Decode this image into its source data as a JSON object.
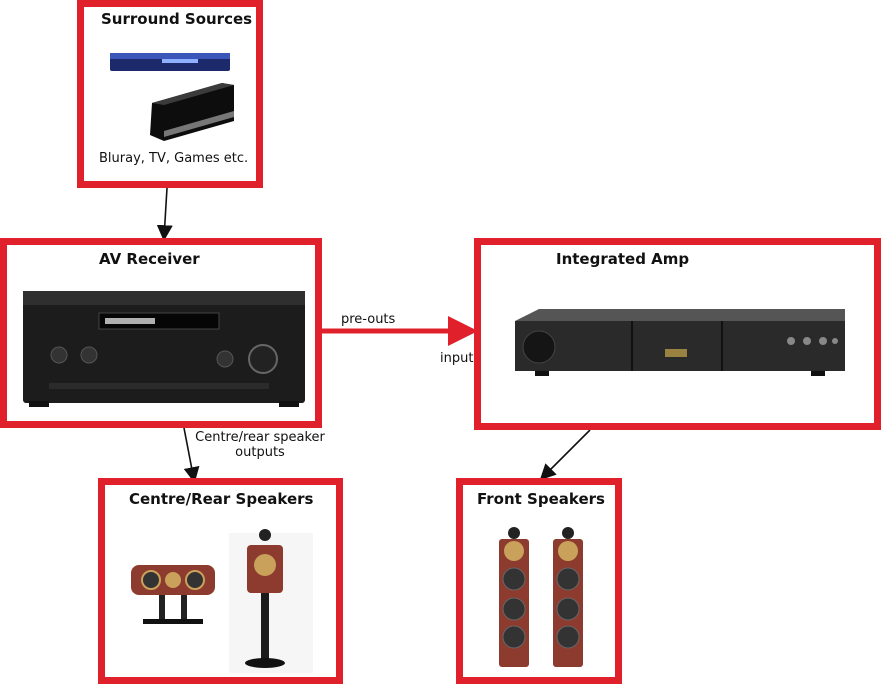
{
  "nodes": {
    "surround": {
      "title": "Surround Sources",
      "caption": "Bluray, TV, Games etc."
    },
    "av": {
      "title": "AV Receiver"
    },
    "amp": {
      "title": "Integrated Amp"
    },
    "centre": {
      "title": "Centre/Rear Speakers"
    },
    "front": {
      "title": "Front Speakers"
    }
  },
  "edges": {
    "preouts_label": "pre-outs",
    "input_label": "input",
    "centre_rear_label_line1": "Centre/rear speaker",
    "centre_rear_label_line2": "outputs"
  },
  "colors": {
    "frame": "#e0202a",
    "arrow": "#111111"
  }
}
